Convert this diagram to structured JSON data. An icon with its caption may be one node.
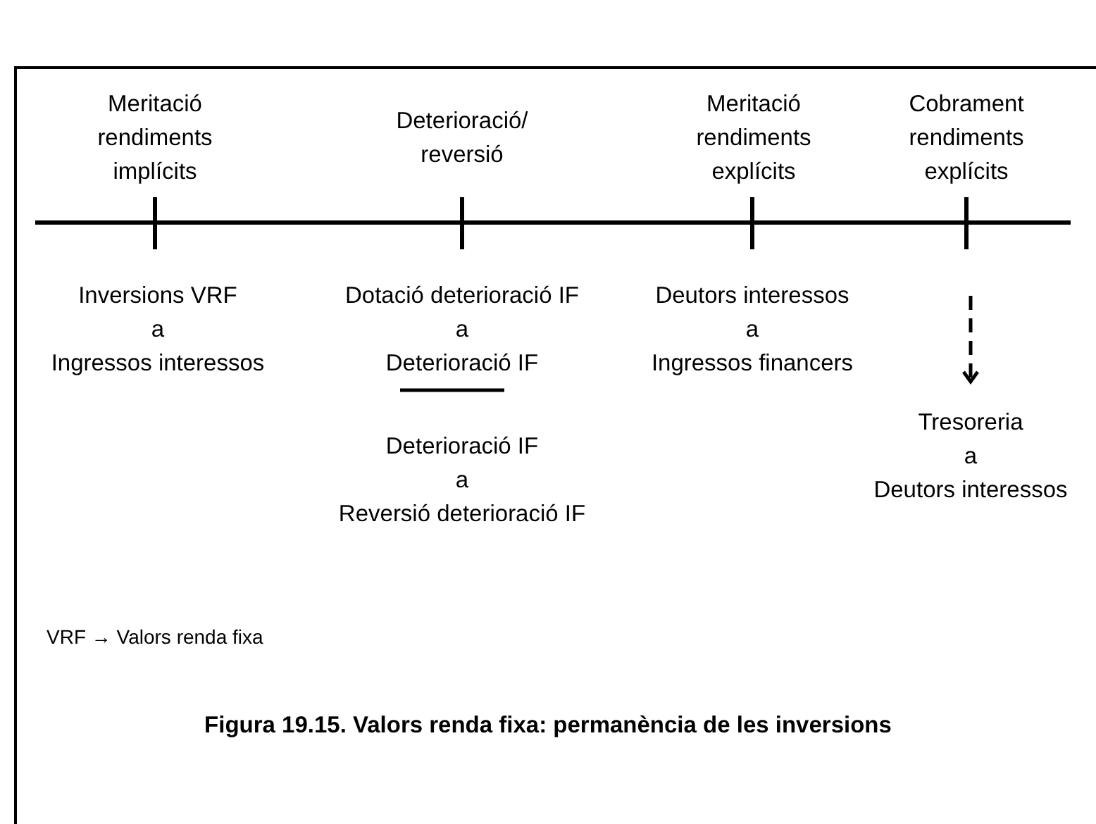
{
  "diagram": {
    "caption": "Figura 19.15. Valors renda fixa: permanència de les inversions",
    "nodes": [
      {
        "text": [
          "Inversions VRF",
          "a",
          "Ingressos interessos"
        ]
      },
      {
        "text": [
          "Dotació deterioració IF",
          "a",
          "Deterioració IF"
        ]
      },
      {
        "text": [
          "Deutors interessos",
          "a",
          "Ingressos financers"
        ]
      },
      {
        "text": [
          "Deterioració IF",
          "a",
          "Reversió deterioració IF"
        ]
      },
      {
        "text": [
          "Tresoreria",
          "a",
          "Deutors interessos"
        ]
      }
    ],
    "edges": [
      {
        "from": null,
        "to": 4,
        "arrow": "to",
        "style": "dashed"
      }
    ],
    "labels": [
      "Meritació rendiments implícits",
      "Deterioració/ reversió",
      "Meritació rendiments explícits",
      "Cobrament rendiments explícits",
      "VRF → Valors renda fixa"
    ]
  }
}
